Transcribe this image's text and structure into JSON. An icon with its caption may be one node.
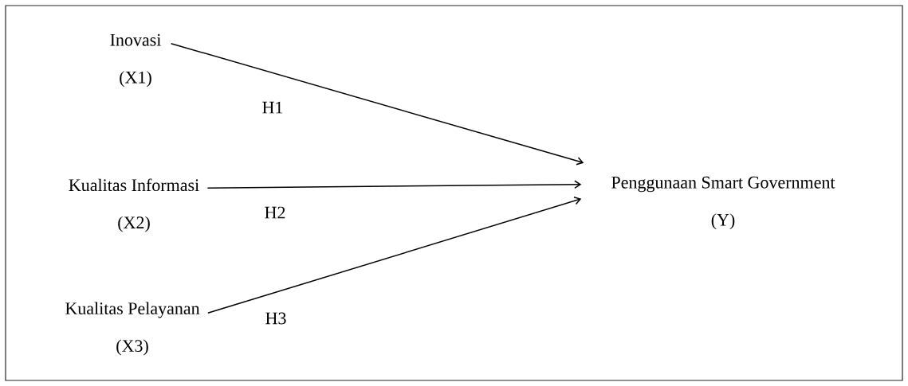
{
  "diagram": {
    "nodes": [
      {
        "text": [
          "Inovasi",
          "(X1)"
        ]
      },
      {
        "text": [
          "Kualitas Informasi",
          "(X2)"
        ]
      },
      {
        "text": [
          "Kualitas Pelayanan",
          "(X3)"
        ]
      },
      {
        "text": [
          "Penggunaan Smart Government",
          "(Y)"
        ]
      }
    ],
    "edges": [
      {
        "from": 0,
        "to": 3,
        "arrow": "to",
        "label": "H1"
      },
      {
        "from": 1,
        "to": 3,
        "arrow": "to",
        "label": "H2"
      },
      {
        "from": 2,
        "to": 3,
        "arrow": "to",
        "label": "H3"
      }
    ]
  }
}
